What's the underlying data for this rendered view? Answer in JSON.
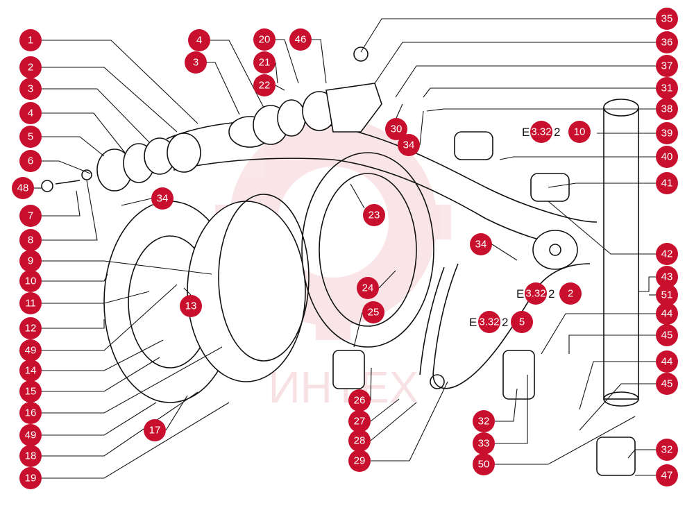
{
  "diagram": {
    "watermark_text": "ИНТЕХ",
    "accent_color": "#c8102e",
    "line_color": "#111111",
    "callouts_left": [
      {
        "id": "L1",
        "label": "1"
      },
      {
        "id": "L2",
        "label": "2"
      },
      {
        "id": "L3",
        "label": "3"
      },
      {
        "id": "L4",
        "label": "4"
      },
      {
        "id": "L5",
        "label": "5"
      },
      {
        "id": "L6",
        "label": "6"
      },
      {
        "id": "L48",
        "label": "48"
      },
      {
        "id": "L7",
        "label": "7"
      },
      {
        "id": "L8",
        "label": "8"
      },
      {
        "id": "L9",
        "label": "9"
      },
      {
        "id": "L10",
        "label": "10"
      },
      {
        "id": "L11",
        "label": "11"
      },
      {
        "id": "L12",
        "label": "12"
      },
      {
        "id": "L49a",
        "label": "49"
      },
      {
        "id": "L14",
        "label": "14"
      },
      {
        "id": "L15",
        "label": "15"
      },
      {
        "id": "L16",
        "label": "16"
      },
      {
        "id": "L49b",
        "label": "49"
      },
      {
        "id": "L18",
        "label": "18"
      },
      {
        "id": "L19",
        "label": "19"
      }
    ],
    "callouts_right": [
      {
        "id": "R35",
        "label": "35"
      },
      {
        "id": "R36",
        "label": "36"
      },
      {
        "id": "R37",
        "label": "37"
      },
      {
        "id": "R31",
        "label": "31"
      },
      {
        "id": "R38",
        "label": "38"
      },
      {
        "id": "R39",
        "label": "39"
      },
      {
        "id": "R40",
        "label": "40"
      },
      {
        "id": "R41",
        "label": "41"
      },
      {
        "id": "R42",
        "label": "42"
      },
      {
        "id": "R43",
        "label": "43"
      },
      {
        "id": "R51",
        "label": "51"
      },
      {
        "id": "R44a",
        "label": "44"
      },
      {
        "id": "R45a",
        "label": "45"
      },
      {
        "id": "R44b",
        "label": "44"
      },
      {
        "id": "R45b",
        "label": "45"
      },
      {
        "id": "R32b",
        "label": "32"
      },
      {
        "id": "R47",
        "label": "47"
      }
    ],
    "callouts_inner": [
      {
        "id": "I4",
        "label": "4"
      },
      {
        "id": "I3",
        "label": "3"
      },
      {
        "id": "I20",
        "label": "20"
      },
      {
        "id": "I46",
        "label": "46"
      },
      {
        "id": "I21",
        "label": "21"
      },
      {
        "id": "I22",
        "label": "22"
      },
      {
        "id": "I30",
        "label": "30"
      },
      {
        "id": "I34a",
        "label": "34"
      },
      {
        "id": "I34b",
        "label": "34"
      },
      {
        "id": "I23",
        "label": "23"
      },
      {
        "id": "I34c",
        "label": "34"
      },
      {
        "id": "I13",
        "label": "13"
      },
      {
        "id": "I24",
        "label": "24"
      },
      {
        "id": "I25",
        "label": "25"
      },
      {
        "id": "I17",
        "label": "17"
      },
      {
        "id": "I26",
        "label": "26"
      },
      {
        "id": "I27",
        "label": "27"
      },
      {
        "id": "I28",
        "label": "28"
      },
      {
        "id": "I29",
        "label": "29"
      },
      {
        "id": "I32a",
        "label": "32"
      },
      {
        "id": "I33",
        "label": "33"
      },
      {
        "id": "I50",
        "label": "50"
      }
    ],
    "refs": [
      {
        "id": "ref1",
        "prefix": "E",
        "num": "3.32",
        "suffix": "2",
        "tail": "10"
      },
      {
        "id": "ref2",
        "prefix": "E",
        "num": "3.32",
        "suffix": "2",
        "tail": "2"
      },
      {
        "id": "ref3",
        "prefix": "E",
        "num": "3.32",
        "suffix": "2",
        "tail": "5"
      }
    ]
  }
}
